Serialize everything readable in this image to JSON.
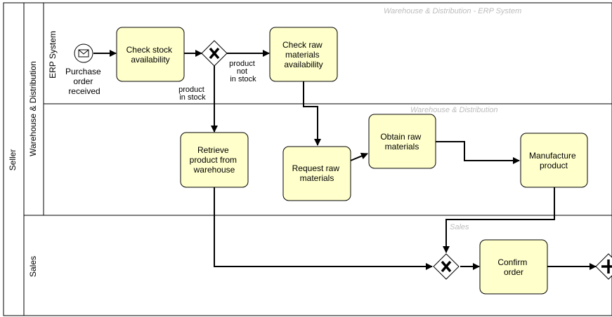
{
  "pool": {
    "label": "Seller"
  },
  "lanes": {
    "warehouse": {
      "label": "Warehouse & Distribution",
      "caption": "Warehouse & Distribution"
    },
    "erp": {
      "label": "ERP System",
      "caption": "Warehouse & Distribution - ERP System"
    },
    "sales": {
      "label": "Sales",
      "caption": "Sales"
    }
  },
  "start_event": {
    "label_lines": [
      "Purchase",
      "order",
      "received"
    ],
    "icon": "envelope-icon"
  },
  "tasks": {
    "check_stock": {
      "lines": [
        "Check stock",
        "availability"
      ]
    },
    "check_raw": {
      "lines": [
        "Check raw",
        "materials",
        "availability"
      ]
    },
    "retrieve": {
      "lines": [
        "Retrieve",
        "product from",
        "warehouse"
      ]
    },
    "request_raw": {
      "lines": [
        "Request raw",
        "materials"
      ]
    },
    "obtain_raw": {
      "lines": [
        "Obtain raw",
        "materials"
      ]
    },
    "manufacture": {
      "lines": [
        "Manufacture",
        "product"
      ]
    },
    "confirm": {
      "lines": [
        "Confirm",
        "order"
      ]
    }
  },
  "gateways": {
    "stock_gateway": {
      "symbol": "X"
    },
    "join_gateway": {
      "symbol": "X"
    },
    "parallel_gateway": {
      "symbol": "+"
    }
  },
  "flow_labels": {
    "not_in_stock": [
      "product",
      "not",
      "in stock"
    ],
    "in_stock": [
      "product",
      "in stock"
    ]
  },
  "colors": {
    "task_fill": "#ffffcc",
    "caption": "#bdbdbd",
    "stroke": "#000000"
  }
}
